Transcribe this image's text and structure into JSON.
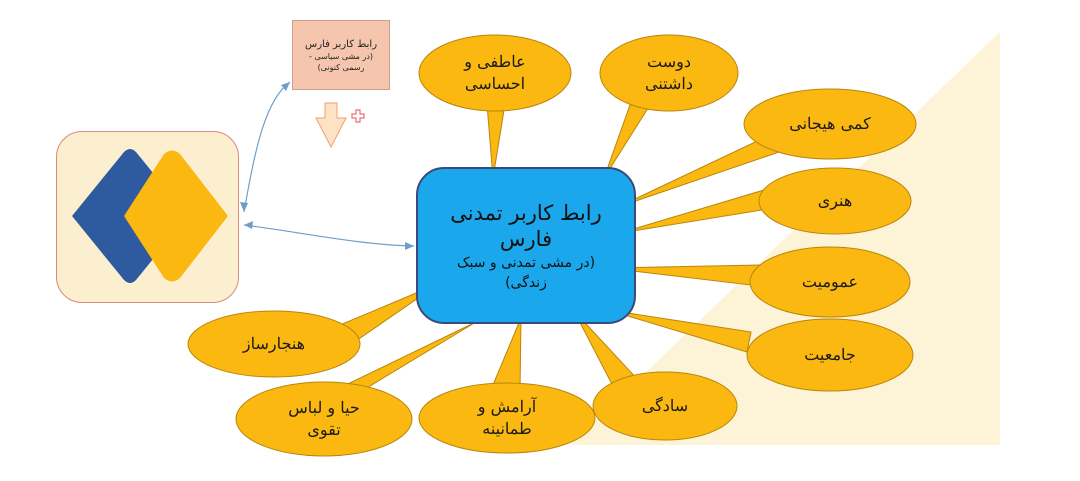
{
  "center": {
    "title_line1": "رابط کاربر تمدنی",
    "title_line2": "فارس",
    "subtitle_line1": "(در مشی تمدنی و سبک",
    "subtitle_line2": "زندگی)"
  },
  "top_box": {
    "line1": "رابط کاربر فارس",
    "line2": "(در مشی سیاسی -",
    "line3": "رسمی کنونی)"
  },
  "plus_symbol": "+",
  "callouts": [
    {
      "line1": "عاطفی و",
      "line2": "احساسی"
    },
    {
      "line1": "دوست",
      "line2": "داشتنی"
    },
    {
      "line1": "کمی هیجانی",
      "line2": ""
    },
    {
      "line1": "هنری",
      "line2": ""
    },
    {
      "line1": "عمومیت",
      "line2": ""
    },
    {
      "line1": "جامعیت",
      "line2": ""
    },
    {
      "line1": "سادگی",
      "line2": ""
    },
    {
      "line1": "آرامش و",
      "line2": "طمانینه"
    },
    {
      "line1": "حیا و لباس",
      "line2": "تقوی"
    },
    {
      "line1": "هنجارساز",
      "line2": ""
    }
  ],
  "colors": {
    "callout_fill": "#fbb811",
    "callout_stroke": "#b8860b",
    "center_fill": "#1aa7ec",
    "background_triangle": "#fdf3d6",
    "top_box_fill": "#f5c6ad",
    "logo_blue": "#2e5aa0",
    "logo_yellow": "#fbb811",
    "logo_bg": "#fcefcf"
  }
}
